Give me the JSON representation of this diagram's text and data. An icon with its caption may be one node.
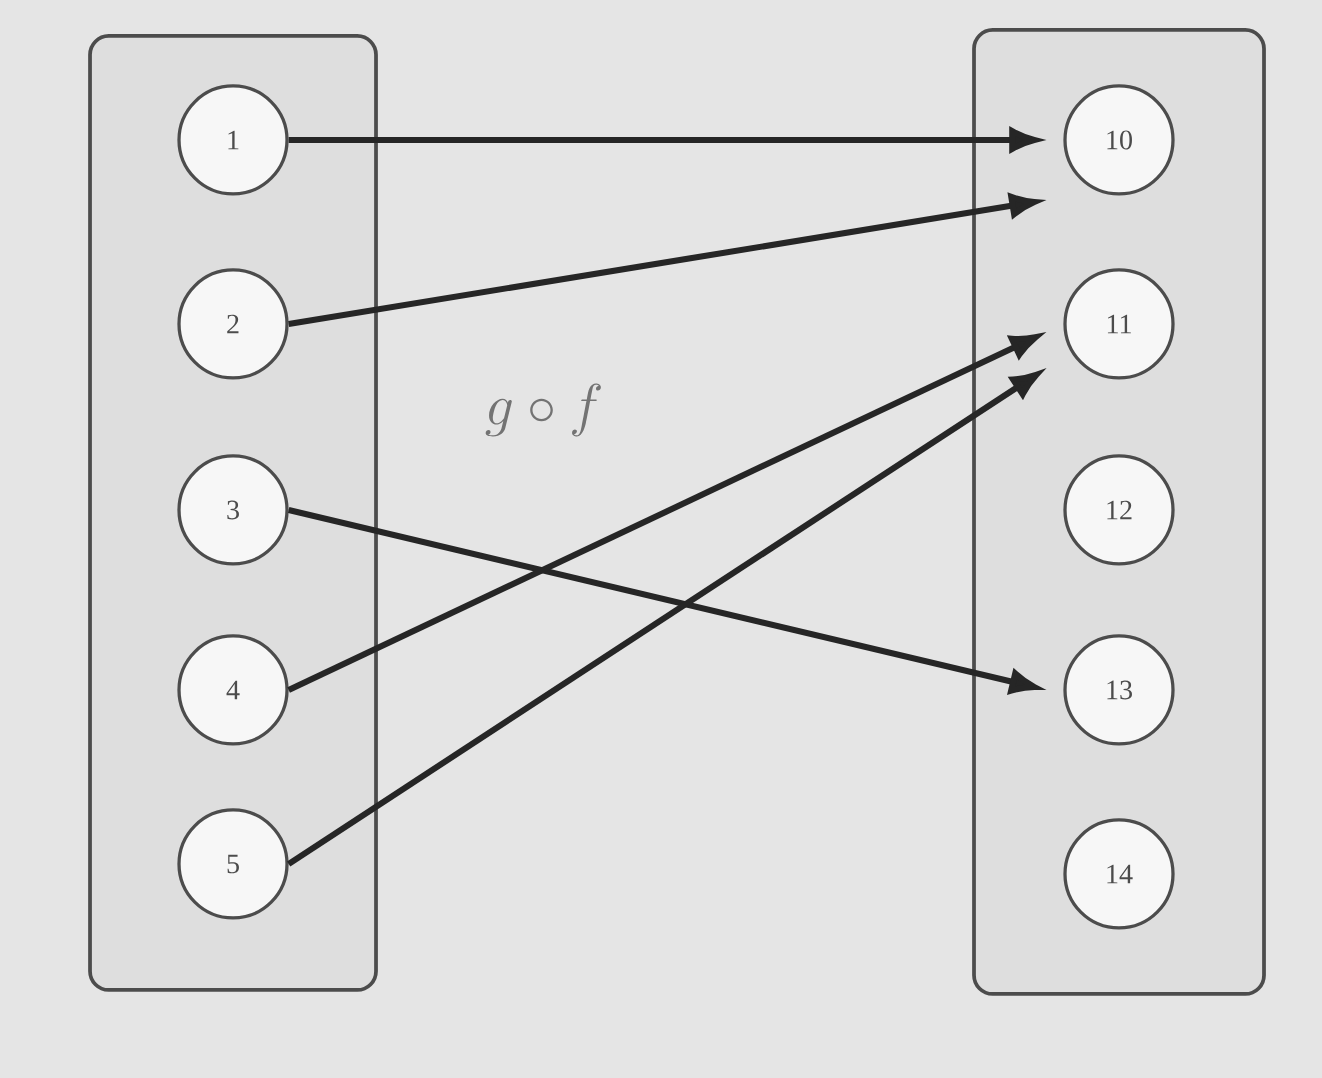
{
  "diagram": {
    "nodes": [
      {
        "text": [],
        "shape": "box"
      },
      {
        "text": [],
        "shape": "box"
      },
      {
        "text": [
          "1"
        ],
        "in": 0
      },
      {
        "text": [
          "2"
        ],
        "in": 0
      },
      {
        "text": [
          "3"
        ],
        "in": 0
      },
      {
        "text": [
          "4"
        ],
        "in": 0
      },
      {
        "text": [
          "5"
        ],
        "in": 0
      },
      {
        "text": [
          "10"
        ],
        "in": 1
      },
      {
        "text": [
          "11"
        ],
        "in": 1
      },
      {
        "text": [
          "12"
        ],
        "in": 1
      },
      {
        "text": [
          "13"
        ],
        "in": 1
      },
      {
        "text": [
          "14"
        ],
        "in": 1
      }
    ],
    "edges": [
      {
        "from": 2,
        "to": 7,
        "arrow": "to"
      },
      {
        "from": 3,
        "to": 7,
        "arrow": "to"
      },
      {
        "from": 4,
        "to": 10,
        "arrow": "to"
      },
      {
        "from": 5,
        "to": 8,
        "arrow": "to"
      },
      {
        "from": 6,
        "to": 8,
        "arrow": "to"
      }
    ],
    "labels": [
      "g \\circ f"
    ]
  }
}
